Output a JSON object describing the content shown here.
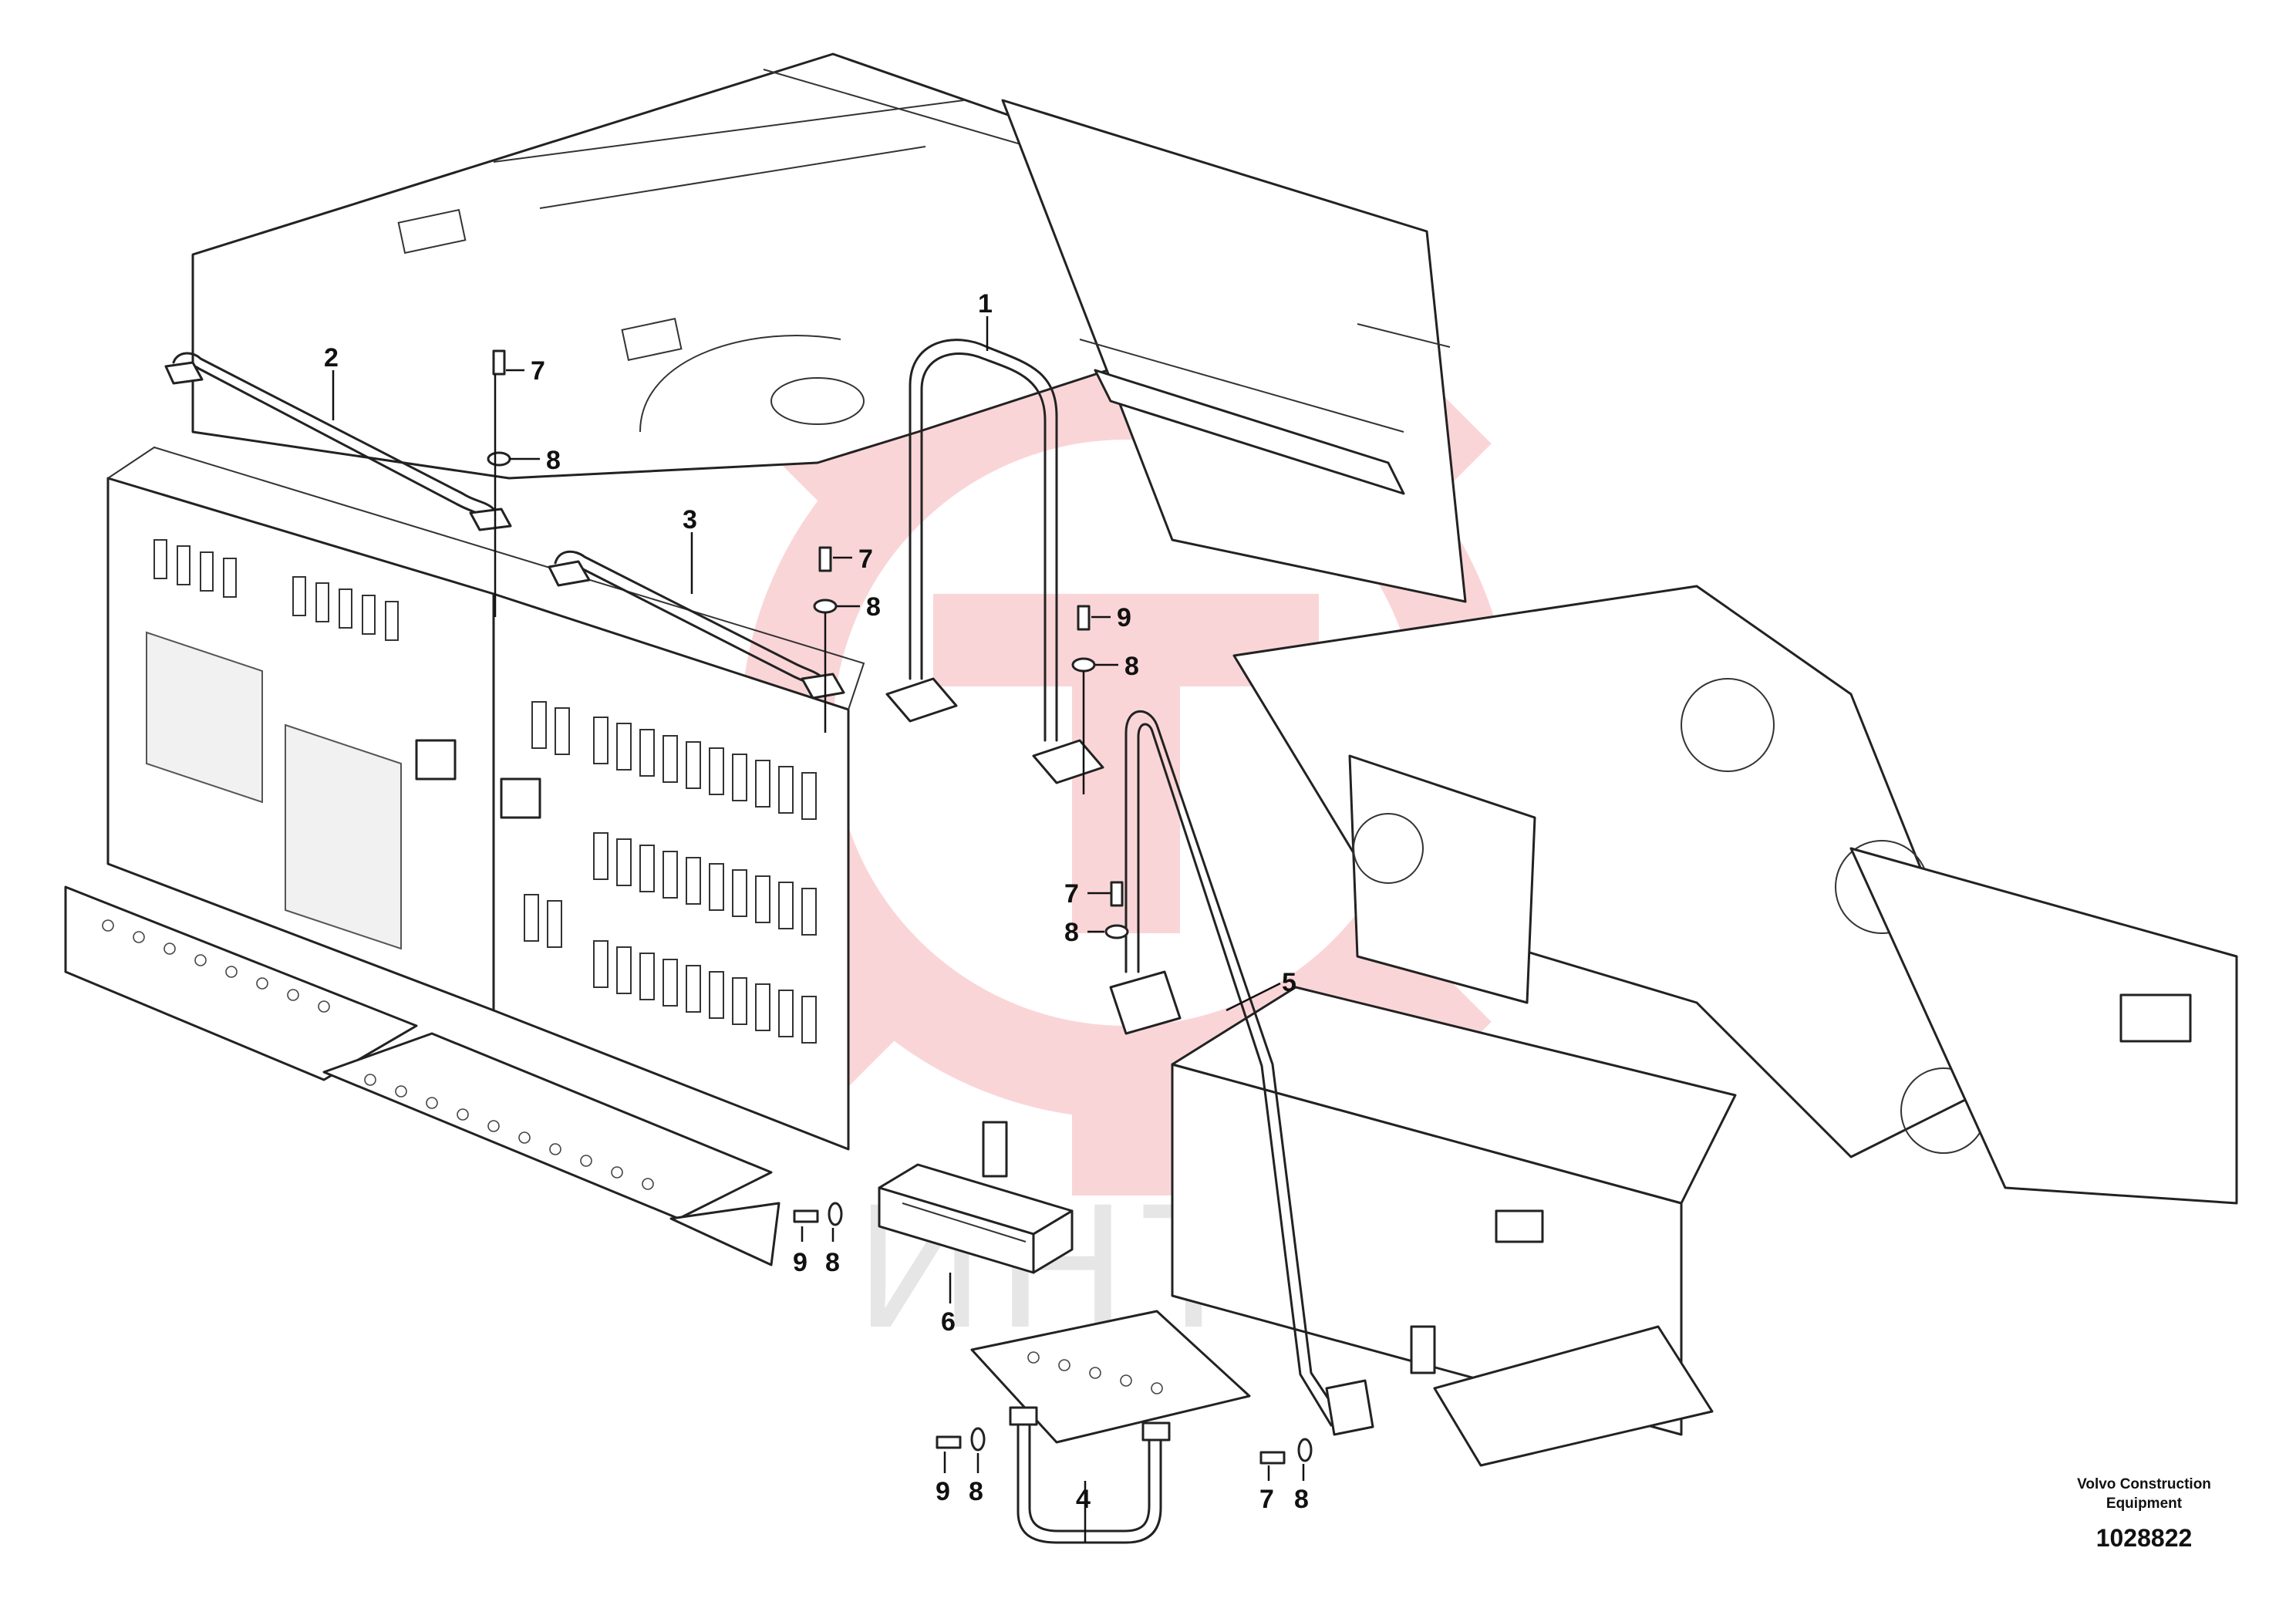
{
  "diagram": {
    "callouts": [
      {
        "id": "c1",
        "label": "1"
      },
      {
        "id": "c2",
        "label": "2"
      },
      {
        "id": "c3",
        "label": "3"
      },
      {
        "id": "c4",
        "label": "4"
      },
      {
        "id": "c5",
        "label": "5"
      },
      {
        "id": "c6",
        "label": "6"
      },
      {
        "id": "c7a",
        "label": "7"
      },
      {
        "id": "c8a",
        "label": "8"
      },
      {
        "id": "c7b",
        "label": "7"
      },
      {
        "id": "c8b",
        "label": "8"
      },
      {
        "id": "c9a",
        "label": "9"
      },
      {
        "id": "c8c",
        "label": "8"
      },
      {
        "id": "c7c",
        "label": "7"
      },
      {
        "id": "c8d",
        "label": "8"
      },
      {
        "id": "c9b",
        "label": "9"
      },
      {
        "id": "c8e",
        "label": "8"
      },
      {
        "id": "c9c",
        "label": "9"
      },
      {
        "id": "c8f",
        "label": "8"
      },
      {
        "id": "c7d",
        "label": "7"
      },
      {
        "id": "c8g",
        "label": "8"
      }
    ],
    "watermark": "ИНТЕХ",
    "watermark_color": "#e8434c",
    "company_line1": "Volvo Construction",
    "company_line2": "Equipment",
    "document_number": "1028822"
  }
}
